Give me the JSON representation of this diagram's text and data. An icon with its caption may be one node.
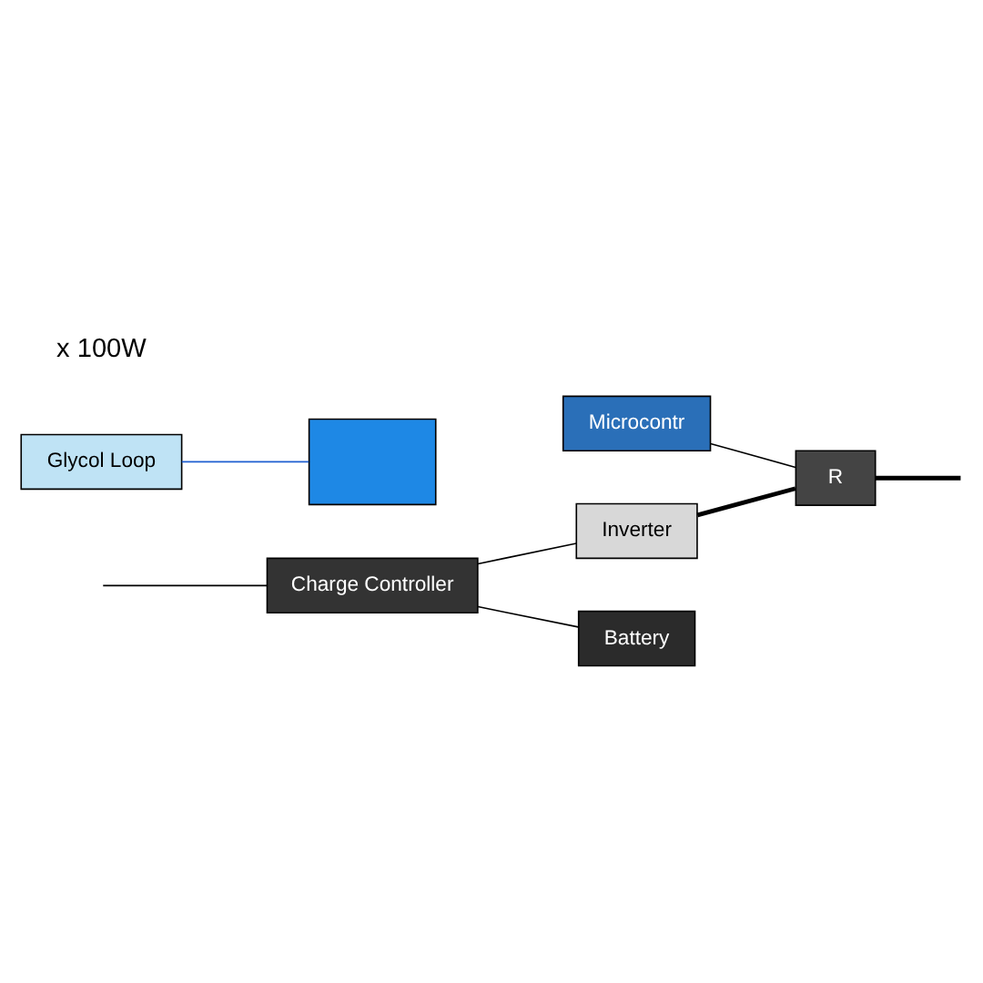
{
  "diagram": {
    "nodes": [
      {
        "text": [
          "Microcontr"
        ]
      },
      {
        "text": [
          "Charge Controller"
        ]
      },
      {
        "text": [
          "Inverter"
        ]
      },
      {
        "text": [
          "R"
        ]
      },
      {
        "text": [
          "Battery"
        ]
      },
      {
        "text": [
          "Glycol Loop"
        ]
      },
      {
        "text": [],
        "shape": "box"
      }
    ],
    "edges": [
      {
        "from": null,
        "to": 1,
        "arrow": "none"
      },
      {
        "from": 1,
        "to": 4,
        "arrow": "none"
      },
      {
        "from": 1,
        "to": 2,
        "arrow": "none"
      },
      {
        "from": 2,
        "to": 3,
        "arrow": "none",
        "style": "thick"
      },
      {
        "from": 0,
        "to": 3,
        "arrow": "none"
      },
      {
        "from": 3,
        "to": null,
        "arrow": "none",
        "style": "thick"
      },
      {
        "from": 5,
        "to": 6,
        "arrow": "none",
        "color": "#1f5fd0"
      }
    ],
    "labels": [
      "x 100W"
    ]
  }
}
